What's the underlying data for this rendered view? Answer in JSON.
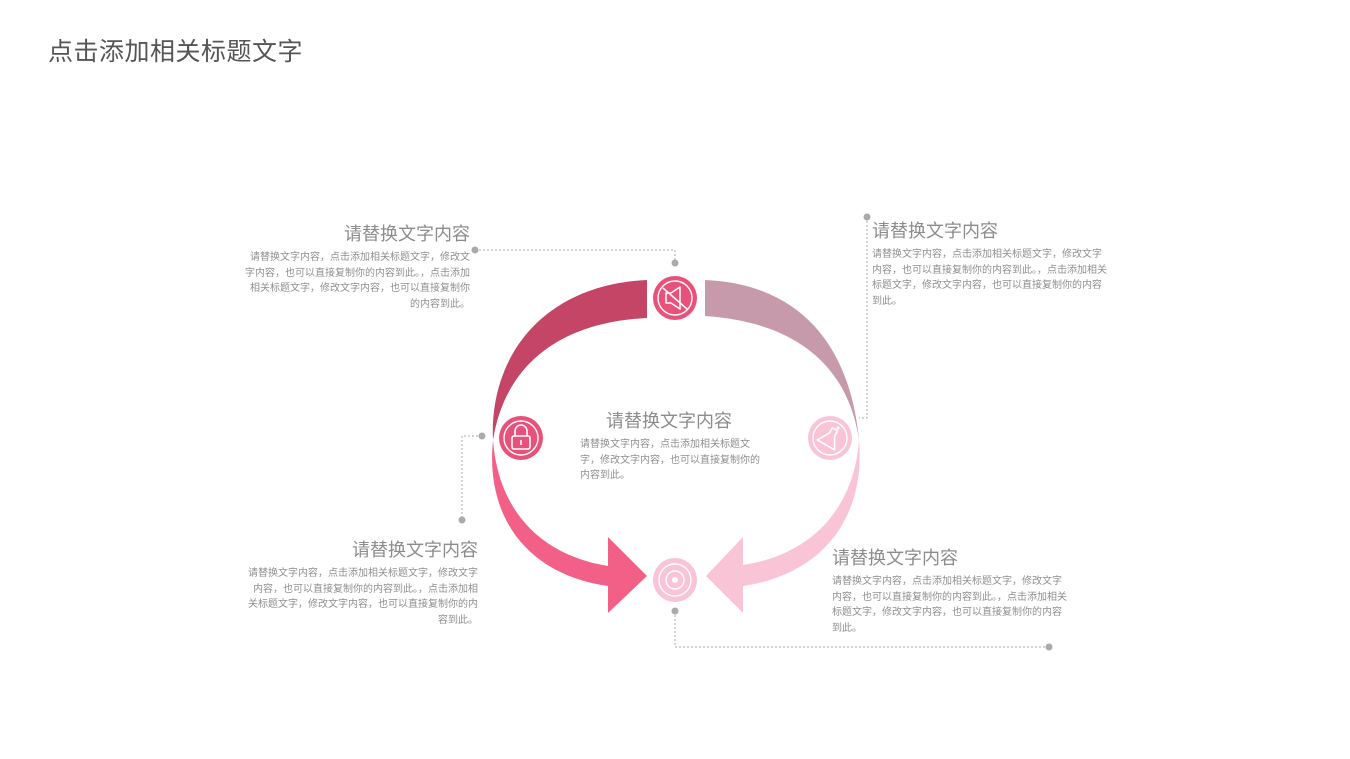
{
  "title": "点击添加相关标题文字",
  "colors": {
    "top_left_arc": "#c44566",
    "top_right_arc": "#c79aab",
    "bottom_left_arrow": "#f26087",
    "bottom_right_arrow": "#fac4d7",
    "connector": "#aaaaaa"
  },
  "center": {
    "heading": "请替换文字内容",
    "body": "请替换文字内容，点击添加相关标题文字，修改文字内容，也可以直接复制你的内容到此。"
  },
  "blocks": [
    {
      "heading": "请替换文字内容",
      "body": "请替换文字内容，点击添加相关标题文字，修改文字内容，也可以直接复制你的内容到此。，点击添加相关标题文字，修改文字内容，也可以直接复制你的内容到此。",
      "icon": "megaphone-icon"
    },
    {
      "heading": "请替换文字内容",
      "body": "请替换文字内容，点击添加相关标题文字，修改文字内容，也可以直接复制你的内容到此。，点击添加相关标题文字，修改文字内容，也可以直接复制你的内容到此。",
      "icon": "flask-icon"
    },
    {
      "heading": "请替换文字内容",
      "body": "请替换文字内容，点击添加相关标题文字，修改文字内容，也可以直接复制你的内容到此。，点击添加相关标题文字，修改文字内容，也可以直接复制你的内容到此。",
      "icon": "lock-icon"
    },
    {
      "heading": "请替换文字内容",
      "body": "请替换文字内容，点击添加相关标题文字，修改文字内容，也可以直接复制你的内容到此。，点击添加相关标题文字，修改文字内容，也可以直接复制你的内容到此。",
      "icon": "disc-icon"
    }
  ]
}
